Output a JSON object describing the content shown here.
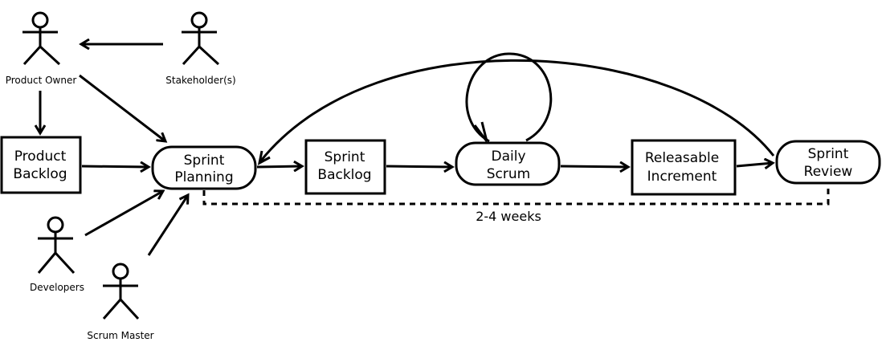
{
  "actors": {
    "product_owner": "Product Owner",
    "stakeholders": "Stakeholder(s)",
    "developers": "Developers",
    "scrum_master": "Scrum Master"
  },
  "boxes": {
    "product_backlog": [
      "Product",
      "Backlog"
    ],
    "sprint_planning": [
      "Sprint",
      "Planning"
    ],
    "sprint_backlog": [
      "Sprint",
      "Backlog"
    ],
    "daily_scrum": [
      "Daily",
      "Scrum"
    ],
    "releasable_increment": [
      "Releasable",
      "Increment"
    ],
    "sprint_review": [
      "Sprint",
      "Review"
    ]
  },
  "duration_label": "2-4 weeks",
  "colors": {
    "stroke": "#000000",
    "background": "#ffffff"
  }
}
